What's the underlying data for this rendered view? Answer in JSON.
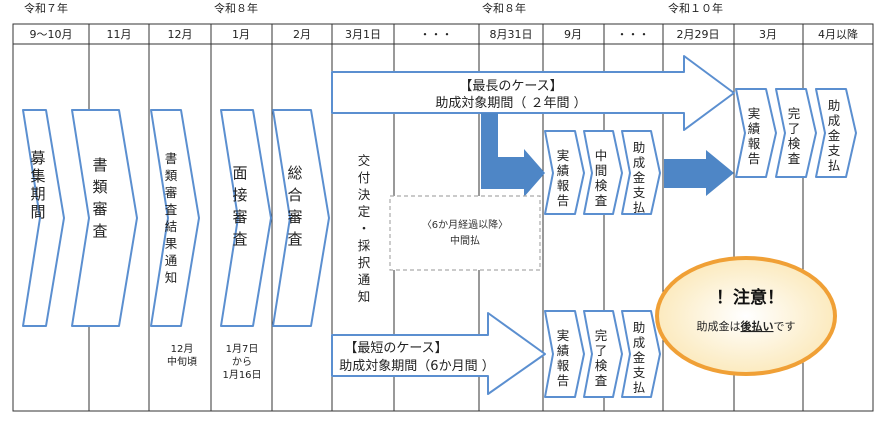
{
  "eras": [
    {
      "label": "令和７年"
    },
    {
      "label": "令和８年"
    },
    {
      "label": "令和８年"
    },
    {
      "label": "令和１０年"
    }
  ],
  "months": [
    "9～10月",
    "11月",
    "12月",
    "1月",
    "2月",
    "3月1日",
    "・・・",
    "8月31日",
    "9月",
    "・・・",
    "2月29日",
    "3月",
    "4月以降"
  ],
  "steps": [
    {
      "label": "募集期間"
    },
    {
      "label": "書類審査"
    },
    {
      "label": "書類審査結果通知"
    },
    {
      "label": "面接審査"
    },
    {
      "label": "総合審査"
    }
  ],
  "notes": {
    "dec": [
      "12月",
      "中旬頃"
    ],
    "jan": [
      "1月7日",
      "から",
      "1月16日"
    ]
  },
  "decision": "交付決定・採択通知",
  "longest": {
    "title": "【最長のケース】",
    "sub": "助成対象期間（ ２年間 ）"
  },
  "shortest": {
    "title": "【最短のケース】",
    "sub": "助成対象期間（6か月間 ）"
  },
  "midpay": {
    "line1": "〈6か月経過以降〉",
    "line2": "中間払"
  },
  "upper_boxes": [
    "実績報告",
    "中間検査",
    "助成金支払"
  ],
  "lower_boxes": [
    "実績報告",
    "完了検査",
    "助成金支払"
  ],
  "final_boxes": [
    "実績報告",
    "完了検査",
    "助成金支払"
  ],
  "caution": {
    "title": "！注意！",
    "pre": "助成金は",
    "em": "後払い",
    "post": "です"
  },
  "colors": {
    "arrow_stroke": "#5b8fd0",
    "fat_arrow": "#4e86c6",
    "caution_border": "#f0a036",
    "caution_fill": "#fff5d6"
  }
}
